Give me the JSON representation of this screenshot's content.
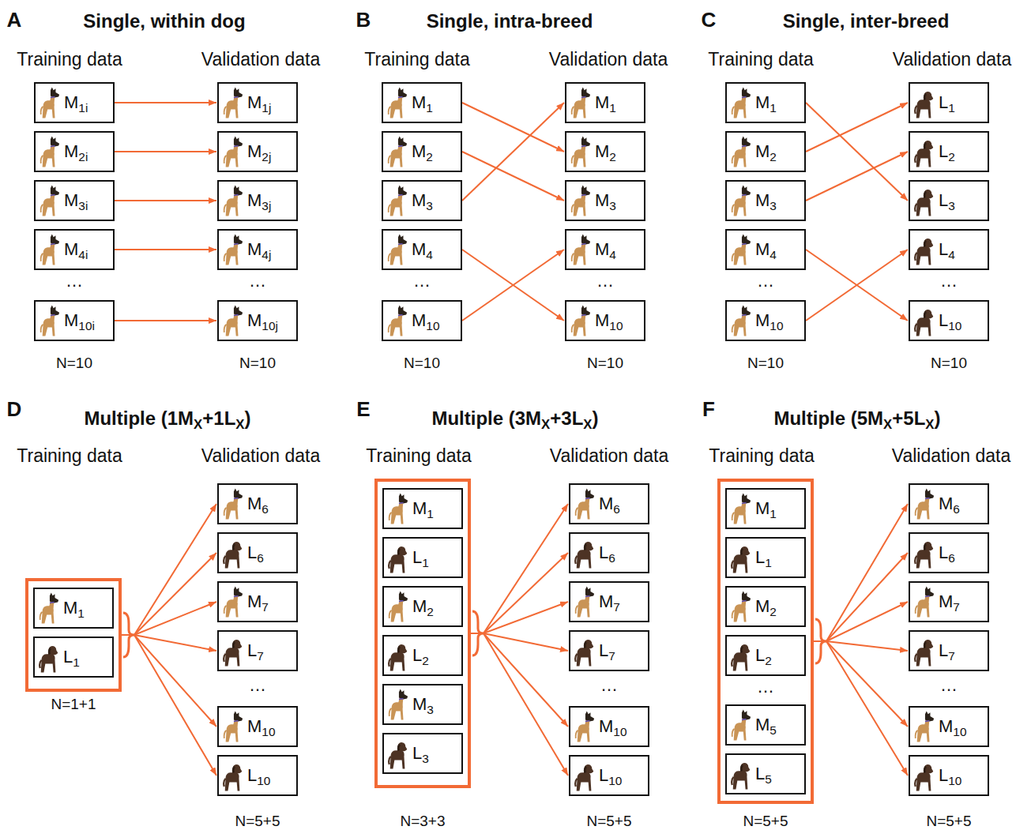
{
  "diagram": {
    "nodes": [
      {
        "text": [
          "M1i"
        ]
      },
      {
        "text": [
          "M2i"
        ]
      },
      {
        "text": [
          "M3i"
        ]
      },
      {
        "text": [
          "M4i"
        ]
      },
      {
        "text": [
          "M10i"
        ]
      },
      {
        "text": [
          "M1j"
        ]
      },
      {
        "text": [
          "M2j"
        ]
      },
      {
        "text": [
          "M3j"
        ]
      },
      {
        "text": [
          "M4j"
        ]
      },
      {
        "text": [
          "M10j"
        ]
      },
      {
        "text": [
          "M1"
        ]
      },
      {
        "text": [
          "M2"
        ]
      },
      {
        "text": [
          "M3"
        ]
      },
      {
        "text": [
          "M4"
        ]
      },
      {
        "text": [
          "M10"
        ]
      },
      {
        "text": [
          "M1"
        ]
      },
      {
        "text": [
          "M2"
        ]
      },
      {
        "text": [
          "M3"
        ]
      },
      {
        "text": [
          "M4"
        ]
      },
      {
        "text": [
          "M10"
        ]
      },
      {
        "text": [
          "M1"
        ]
      },
      {
        "text": [
          "M2"
        ]
      },
      {
        "text": [
          "M3"
        ]
      },
      {
        "text": [
          "M4"
        ]
      },
      {
        "text": [
          "M10"
        ]
      },
      {
        "text": [
          "L1"
        ]
      },
      {
        "text": [
          "L2"
        ]
      },
      {
        "text": [
          "L3"
        ]
      },
      {
        "text": [
          "L4"
        ]
      },
      {
        "text": [
          "L10"
        ]
      },
      {
        "text": [
          "N=1+1"
        ]
      },
      {
        "text": [
          "M1"
        ],
        "in": 30
      },
      {
        "text": [
          "L1"
        ],
        "in": 30
      },
      {
        "text": [
          "M6"
        ]
      },
      {
        "text": [
          "L6"
        ]
      },
      {
        "text": [
          "M7"
        ]
      },
      {
        "text": [
          "L7"
        ]
      },
      {
        "text": [
          "M10"
        ]
      },
      {
        "text": [
          "L10"
        ]
      },
      {
        "text": [
          "N=3+3"
        ]
      },
      {
        "text": [
          "M1"
        ],
        "in": 39
      },
      {
        "text": [
          "L1"
        ],
        "in": 39
      },
      {
        "text": [
          "M2"
        ],
        "in": 39
      },
      {
        "text": [
          "L2"
        ],
        "in": 39
      },
      {
        "text": [
          "M3"
        ],
        "in": 39
      },
      {
        "text": [
          "L3"
        ],
        "in": 39
      },
      {
        "text": [
          "M6"
        ]
      },
      {
        "text": [
          "L6"
        ]
      },
      {
        "text": [
          "M7"
        ]
      },
      {
        "text": [
          "L7"
        ]
      },
      {
        "text": [
          "M10"
        ]
      },
      {
        "text": [
          "L10"
        ]
      },
      {
        "text": [
          "N=5+5"
        ]
      },
      {
        "text": [
          "M1"
        ],
        "in": 52
      },
      {
        "text": [
          "L1"
        ],
        "in": 52
      },
      {
        "text": [
          "M2"
        ],
        "in": 52
      },
      {
        "text": [
          "L2"
        ],
        "in": 52
      },
      {
        "text": [
          "M5"
        ],
        "in": 52
      },
      {
        "text": [
          "L5"
        ],
        "in": 52
      },
      {
        "text": [
          "M6"
        ]
      },
      {
        "text": [
          "L6"
        ]
      },
      {
        "text": [
          "M7"
        ]
      },
      {
        "text": [
          "L7"
        ]
      },
      {
        "text": [
          "M10"
        ]
      },
      {
        "text": [
          "L10"
        ]
      }
    ],
    "edges": [
      {
        "from": 0,
        "to": 5,
        "arrow": "to"
      },
      {
        "from": 1,
        "to": 6,
        "arrow": "to"
      },
      {
        "from": 2,
        "to": 7,
        "arrow": "to"
      },
      {
        "from": 3,
        "to": 8,
        "arrow": "to"
      },
      {
        "from": 4,
        "to": 9,
        "arrow": "to"
      },
      {
        "from": 10,
        "to": 16,
        "arrow": "to"
      },
      {
        "from": 11,
        "to": 17,
        "arrow": "to"
      },
      {
        "from": 12,
        "to": 15,
        "arrow": "to"
      },
      {
        "from": 13,
        "to": 19,
        "arrow": "to"
      },
      {
        "from": 14,
        "to": 18,
        "arrow": "to"
      },
      {
        "from": 20,
        "to": 27,
        "arrow": "to"
      },
      {
        "from": 21,
        "to": 25,
        "arrow": "to"
      },
      {
        "from": 22,
        "to": 26,
        "arrow": "to"
      },
      {
        "from": 23,
        "to": 29,
        "arrow": "to"
      },
      {
        "from": 24,
        "to": 28,
        "arrow": "to"
      },
      {
        "from": 30,
        "to": 33,
        "arrow": "to"
      },
      {
        "from": 30,
        "to": 34,
        "arrow": "to"
      },
      {
        "from": 30,
        "to": 35,
        "arrow": "to"
      },
      {
        "from": 30,
        "to": 36,
        "arrow": "to"
      },
      {
        "from": 30,
        "to": 37,
        "arrow": "to"
      },
      {
        "from": 30,
        "to": 38,
        "arrow": "to"
      },
      {
        "from": 39,
        "to": 46,
        "arrow": "to"
      },
      {
        "from": 39,
        "to": 47,
        "arrow": "to"
      },
      {
        "from": 39,
        "to": 48,
        "arrow": "to"
      },
      {
        "from": 39,
        "to": 49,
        "arrow": "to"
      },
      {
        "from": 39,
        "to": 50,
        "arrow": "to"
      },
      {
        "from": 39,
        "to": 51,
        "arrow": "to"
      },
      {
        "from": 52,
        "to": 59,
        "arrow": "to"
      },
      {
        "from": 52,
        "to": 60,
        "arrow": "to"
      },
      {
        "from": 52,
        "to": 61,
        "arrow": "to"
      },
      {
        "from": 52,
        "to": 62,
        "arrow": "to"
      },
      {
        "from": 52,
        "to": 63,
        "arrow": "to"
      },
      {
        "from": 52,
        "to": 64,
        "arrow": "to"
      }
    ],
    "labels": [
      "A",
      "Single, within dog",
      "Training data",
      "Validation data",
      "…",
      "…",
      "N=10",
      "N=10",
      "B",
      "Single, intra-breed",
      "Training data",
      "Validation data",
      "…",
      "…",
      "N=10",
      "N=10",
      "C",
      "Single, inter-breed",
      "Training data",
      "Validation data",
      "…",
      "…",
      "N=10",
      "N=10",
      "D",
      "Multiple (1MX+1LX)",
      "Training data",
      "Validation data",
      "…",
      "N=5+5",
      "E",
      "Multiple (3MX+3LX)",
      "Training data",
      "Validation data",
      "…",
      "N=5+5",
      "F",
      "Multiple (5MX+5LX)",
      "Training data",
      "Validation data",
      "…",
      "…",
      "N=5+5"
    ]
  }
}
